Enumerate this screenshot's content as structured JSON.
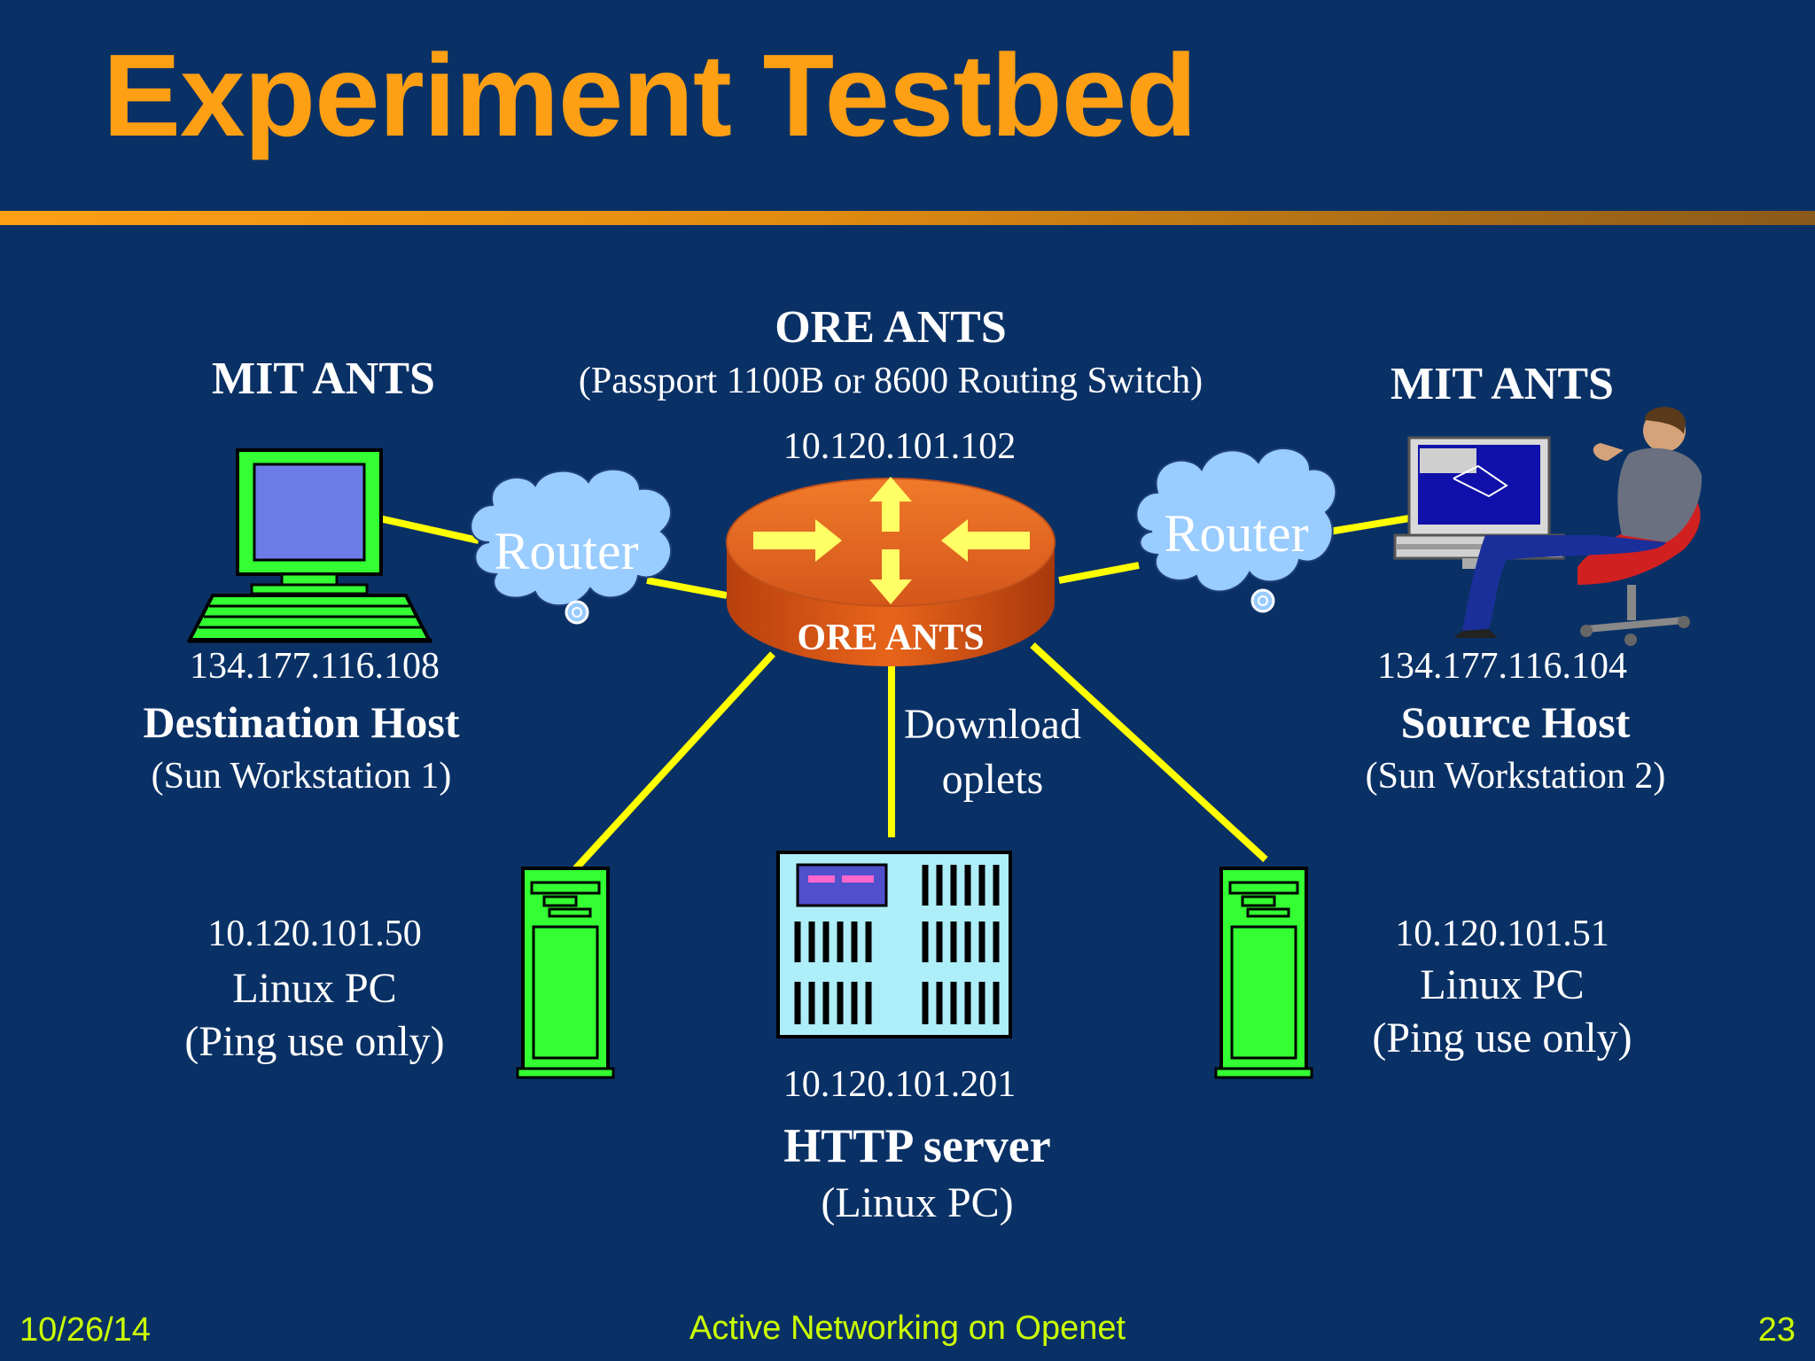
{
  "slide": {
    "title": "Experiment Testbed",
    "footer_date": "10/26/14",
    "footer_center": "Active Networking on Openet",
    "footer_page": "23"
  },
  "colors": {
    "background": "#0a3166",
    "title": "#ff9f14",
    "link": "#ffff00",
    "footer": "#ccff00",
    "device_green": "#33ff33",
    "router_orange": "#e8641a",
    "cloud": "#99ccff"
  },
  "labels": {
    "left_group": "MIT ANTS",
    "right_group": "MIT ANTS",
    "center_group": "ORE ANTS",
    "center_group_sub": "(Passport 1100B or 8600 Routing Switch)",
    "center_ip": "10.120.101.102",
    "switch_label": "ORE ANTS",
    "router_left": "Router",
    "router_right": "Router",
    "download_line1": "Download",
    "download_line2": "oplets"
  },
  "hosts": {
    "destination": {
      "ip": "134.177.116.108",
      "name": "Destination Host",
      "desc": "(Sun Workstation 1)",
      "icon": "workstation-icon"
    },
    "source": {
      "ip": "134.177.116.104",
      "name": "Source Host",
      "desc": "(Sun Workstation 2)",
      "icon": "user-at-computer-icon"
    },
    "linux_left": {
      "ip": "10.120.101.50",
      "name": "Linux PC",
      "desc": "(Ping use only)",
      "icon": "tower-pc-icon"
    },
    "linux_right": {
      "ip": "10.120.101.51",
      "name": "Linux PC",
      "desc": "(Ping use only)",
      "icon": "tower-pc-icon"
    },
    "http": {
      "ip": "10.120.101.201",
      "name": "HTTP server",
      "desc": "(Linux PC)",
      "icon": "server-icon"
    }
  }
}
